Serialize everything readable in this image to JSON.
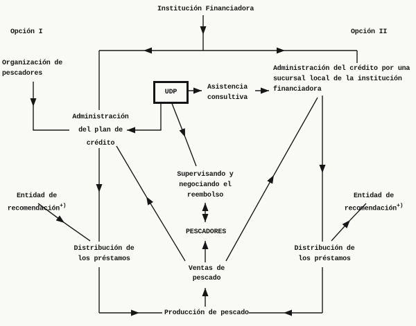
{
  "page": {
    "background": "#f9f9f5",
    "ink": "#161616"
  },
  "labels": {
    "institucion": "Institución Financiadora",
    "opcion_i": "Opción I",
    "opcion_ii": "Opción II",
    "organizacion": "Organización de\npescadores",
    "admin_sucursal": "Administración del crédito por una\nsucursal local de la institución\nfinanciadora",
    "udp": "UDP",
    "asistencia": "Asistencia\nconsultiva",
    "admin_plan": "Administración\ndel plan de\ncrédito",
    "supervisando": "Supervisando y\nnegociando el\nreembolso",
    "pescadores": "PESCADORES",
    "entidad": "Entidad de\nrecomendación",
    "entidad_sup": "+)",
    "distribucion": "Distribución de\nlos préstamos",
    "ventas": "Ventas de\npescado",
    "produccion": "Producción de pescado"
  }
}
